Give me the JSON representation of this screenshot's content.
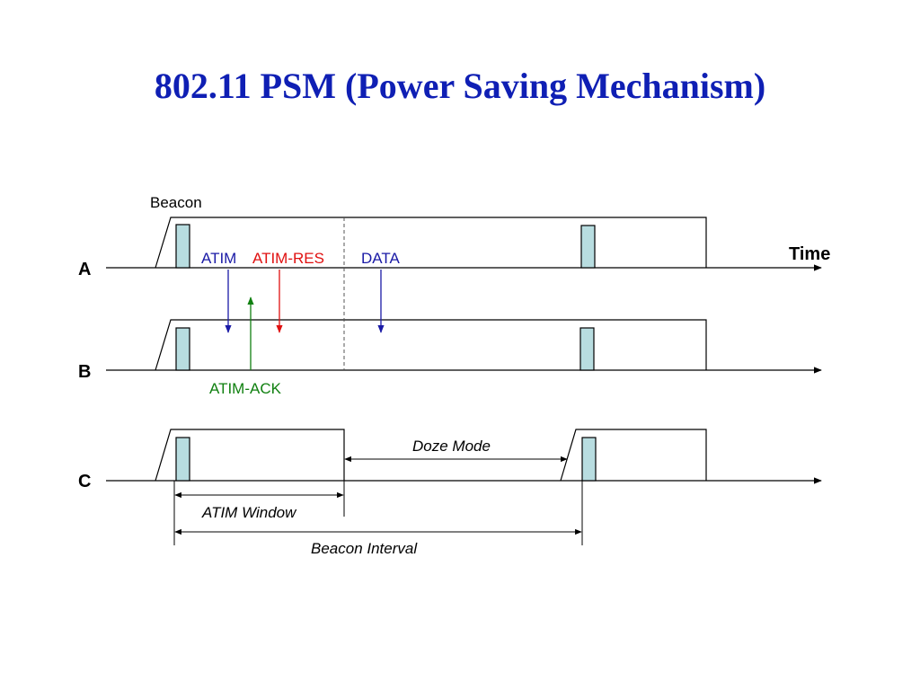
{
  "slide": {
    "title": "802.11 PSM (Power Saving Mechanism)"
  },
  "diagram": {
    "beacon_label": "Beacon",
    "time_label": "Time",
    "stations": [
      "A",
      "B",
      "C"
    ],
    "messages": {
      "atim": "ATIM",
      "atim_res": "ATIM-RES",
      "data": "DATA",
      "atim_ack": "ATIM-ACK"
    },
    "intervals": {
      "doze_mode": "Doze Mode",
      "atim_window": "ATIM Window",
      "beacon_interval": "Beacon Interval"
    },
    "colors": {
      "title": "#0f1fb4",
      "atim": "#1a1aa6",
      "atim_res": "#e01010",
      "data": "#1a1aa6",
      "atim_ack": "#108010",
      "beacon_fill": "#b8dde0"
    }
  }
}
